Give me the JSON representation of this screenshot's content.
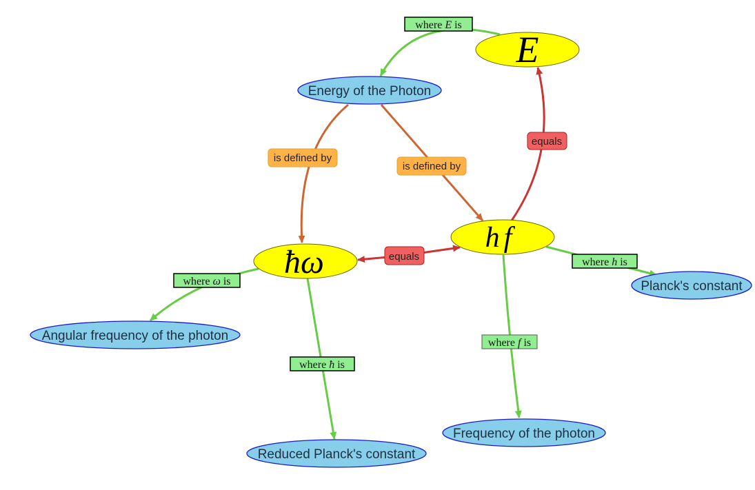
{
  "nodes": {
    "E": {
      "text": "E"
    },
    "energy_photon": {
      "text": "Energy of the Photon"
    },
    "hf": {
      "text": "hf"
    },
    "hbar_omega": {
      "text": "ħω"
    },
    "planck_constant": {
      "text": "Planck's constant"
    },
    "angular_frequency": {
      "text": "Angular frequency of the photon"
    },
    "frequency": {
      "text": "Frequency of the photon"
    },
    "reduced_planck": {
      "text": "Reduced Planck's constant"
    }
  },
  "edges": {
    "where_E": {
      "pre": "where ",
      "var": "E",
      "post": " is"
    },
    "defined_by_left": {
      "text": "is defined by"
    },
    "defined_by_right": {
      "text": "is defined by"
    },
    "equals_top": {
      "text": "equals"
    },
    "equals_mid": {
      "text": "equals"
    },
    "where_h": {
      "pre": "where ",
      "var": "h",
      "post": " is"
    },
    "where_omega": {
      "pre": "where ",
      "var": "ω",
      "post": " is"
    },
    "where_hbar": {
      "pre": "where ",
      "var": "ħ",
      "post": " is"
    },
    "where_f": {
      "pre": "where ",
      "var": "f",
      "post": " is"
    }
  },
  "colors": {
    "math_node": "#ffff00",
    "concept_node": "#87ceeb",
    "concept_border": "#1a1acc",
    "green_edge": "#66cc44",
    "green_label": "#90ee90",
    "orange_edge": "#cc6633",
    "orange_label": "#ffb347",
    "red_edge": "#cc3333",
    "red_label": "#f06060"
  }
}
